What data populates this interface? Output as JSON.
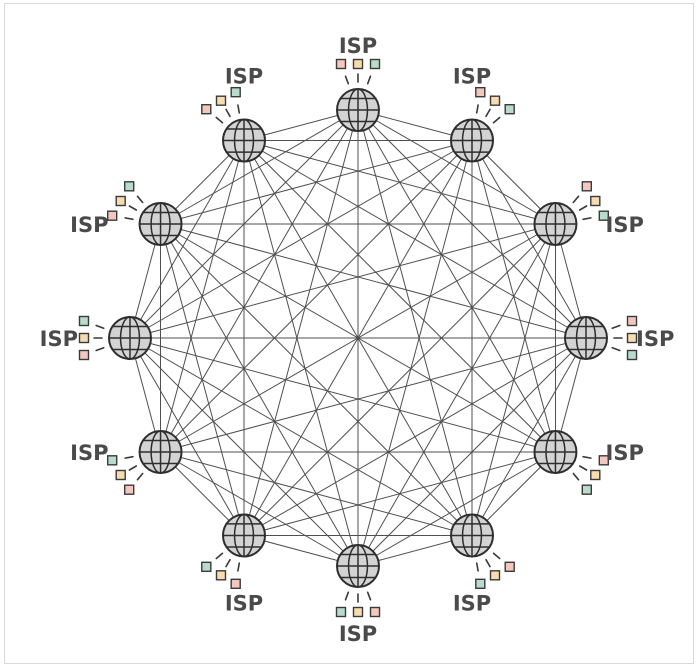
{
  "title": "",
  "nodes": [
    {
      "label": "ISP",
      "square_colors": [
        "#f4c7be",
        "#f6dcae",
        "#b7dccb"
      ]
    },
    {
      "label": "ISP",
      "square_colors": [
        "#f4c7be",
        "#f6dcae",
        "#b7dccb"
      ]
    },
    {
      "label": "ISP",
      "square_colors": [
        "#f4c7be",
        "#f6dcae",
        "#b7dccb"
      ]
    },
    {
      "label": "ISP",
      "square_colors": [
        "#f4c7be",
        "#f6dcae",
        "#b7dccb"
      ]
    },
    {
      "label": "ISP",
      "square_colors": [
        "#f4c7be",
        "#f6dcae",
        "#b7dccb"
      ]
    },
    {
      "label": "ISP",
      "square_colors": [
        "#f4c7be",
        "#f6dcae",
        "#b7dccb"
      ]
    },
    {
      "label": "ISP",
      "square_colors": [
        "#f4c7be",
        "#f6dcae",
        "#b7dccb"
      ]
    },
    {
      "label": "ISP",
      "square_colors": [
        "#f4c7be",
        "#f6dcae",
        "#b7dccb"
      ]
    },
    {
      "label": "ISP",
      "square_colors": [
        "#f4c7be",
        "#f6dcae",
        "#b7dccb"
      ]
    },
    {
      "label": "ISP",
      "square_colors": [
        "#f4c7be",
        "#f6dcae",
        "#b7dccb"
      ]
    },
    {
      "label": "ISP",
      "square_colors": [
        "#f4c7be",
        "#f6dcae",
        "#b7dccb"
      ]
    },
    {
      "label": "ISP",
      "square_colors": [
        "#f4c7be",
        "#f6dcae",
        "#b7dccb"
      ]
    }
  ],
  "connections": "full-mesh",
  "colors": {
    "line": "#505050",
    "globe_fill": "#d3d3d3",
    "globe_stroke": "#2e2e2e",
    "label": "#4a4a4a"
  },
  "icons": {
    "node": "globe-icon",
    "peer": "square-icon"
  }
}
